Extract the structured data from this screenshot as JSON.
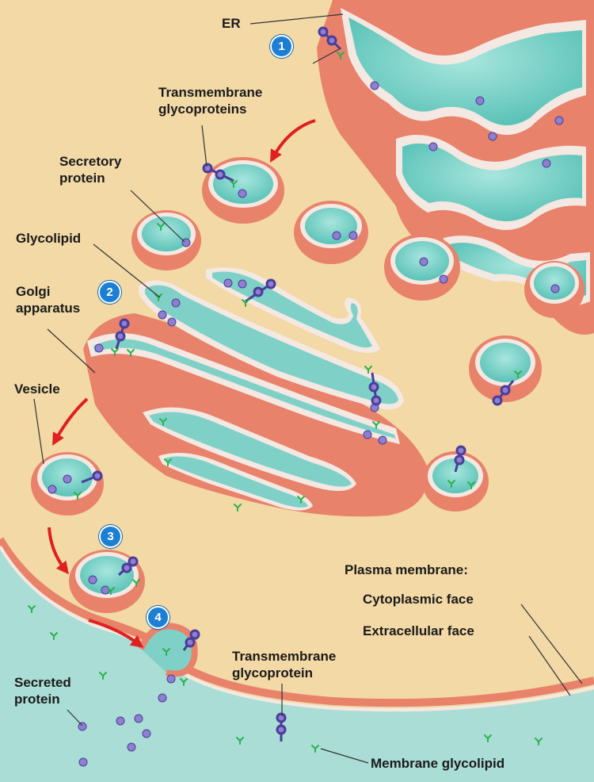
{
  "labels": {
    "er": "ER",
    "tm_glycoproteins": [
      "Transmembrane",
      "glycoproteins"
    ],
    "secretory_protein": [
      "Secretory",
      "protein"
    ],
    "glycolipid": "Glycolipid",
    "golgi": [
      "Golgi",
      "apparatus"
    ],
    "vesicle": "Vesicle",
    "plasma_membrane": "Plasma membrane:",
    "cytoplasmic_face": "Cytoplasmic face",
    "extracellular_face": "Extracellular face",
    "tm_glycoprotein": [
      "Transmembrane",
      "glycoprotein"
    ],
    "secreted_protein": [
      "Secreted",
      "protein"
    ],
    "membrane_glycolipid": "Membrane glycolipid"
  },
  "steps": [
    "1",
    "2",
    "3",
    "4"
  ],
  "colors": {
    "cytoplasm": "#f2d9a6",
    "extracellular": "#a9ddd6",
    "membrane_outer": "#e8826a",
    "membrane_inner": "#f4e8e2",
    "lumen": "#7fd1c8",
    "protein": "#8e7fd0",
    "glycan": "#2bb24c",
    "arrow": "#e02020",
    "step_badge": "#1c7fd4"
  }
}
